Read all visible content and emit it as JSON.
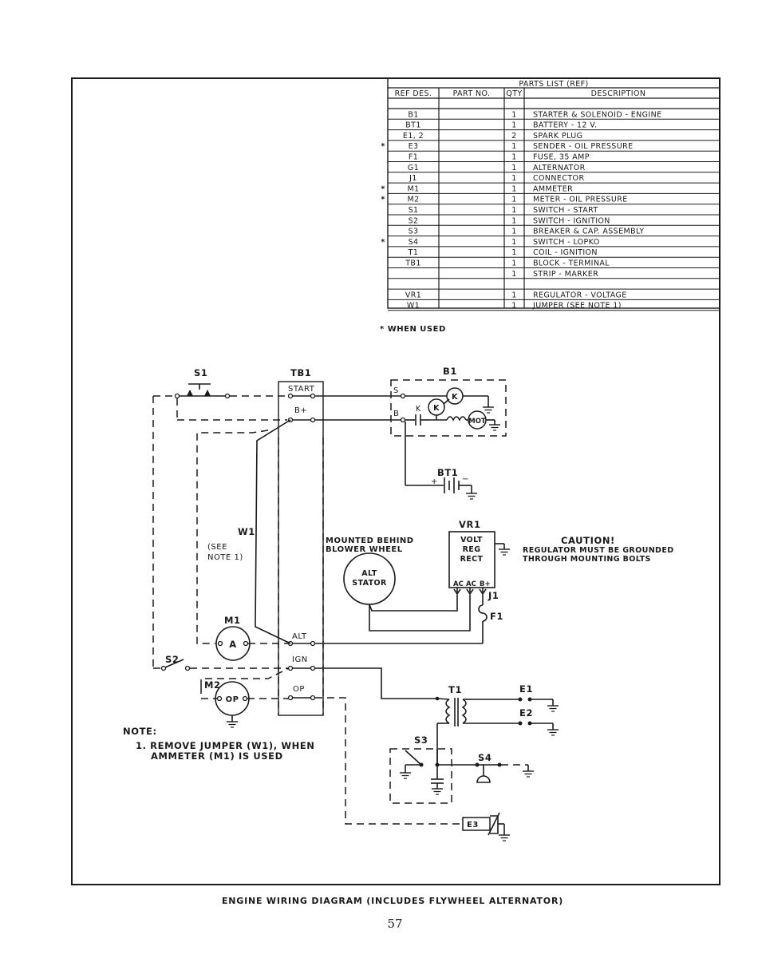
{
  "parts_list": {
    "title": "PARTS LIST (REF)",
    "headers": [
      "REF DES.",
      "PART NO.",
      "QTY",
      "DESCRIPTION"
    ],
    "rows": [
      {
        "mark": "",
        "ref": "B1",
        "part": "",
        "qty": "1",
        "desc": "STARTER & SOLENOID - ENGINE"
      },
      {
        "mark": "",
        "ref": "BT1",
        "part": "",
        "qty": "1",
        "desc": "BATTERY - 12 V."
      },
      {
        "mark": "",
        "ref": "E1, 2",
        "part": "",
        "qty": "2",
        "desc": "SPARK PLUG"
      },
      {
        "mark": "*",
        "ref": "E3",
        "part": "",
        "qty": "1",
        "desc": "SENDER - OIL PRESSURE"
      },
      {
        "mark": "",
        "ref": "F1",
        "part": "",
        "qty": "1",
        "desc": "FUSE, 35 AMP"
      },
      {
        "mark": "",
        "ref": "G1",
        "part": "",
        "qty": "1",
        "desc": "ALTERNATOR"
      },
      {
        "mark": "",
        "ref": "J1",
        "part": "",
        "qty": "1",
        "desc": "CONNECTOR"
      },
      {
        "mark": "*",
        "ref": "M1",
        "part": "",
        "qty": "1",
        "desc": "AMMETER"
      },
      {
        "mark": "*",
        "ref": "M2",
        "part": "",
        "qty": "1",
        "desc": "METER - OIL PRESSURE"
      },
      {
        "mark": "",
        "ref": "S1",
        "part": "",
        "qty": "1",
        "desc": "SWITCH - START"
      },
      {
        "mark": "",
        "ref": "S2",
        "part": "",
        "qty": "1",
        "desc": "SWITCH - IGNITION"
      },
      {
        "mark": "",
        "ref": "S3",
        "part": "",
        "qty": "1",
        "desc": "BREAKER & CAP. ASSEMBLY"
      },
      {
        "mark": "*",
        "ref": "S4",
        "part": "",
        "qty": "1",
        "desc": "SWITCH - LOPKO"
      },
      {
        "mark": "",
        "ref": "T1",
        "part": "",
        "qty": "1",
        "desc": "COIL - IGNITION"
      },
      {
        "mark": "",
        "ref": "TB1",
        "part": "",
        "qty": "1",
        "desc": "BLOCK - TERMINAL"
      },
      {
        "mark": "",
        "ref": "",
        "part": "",
        "qty": "1",
        "desc": "STRIP - MARKER"
      },
      {
        "mark": "",
        "ref": "",
        "part": "",
        "qty": "",
        "desc": ""
      },
      {
        "mark": "",
        "ref": "VR1",
        "part": "",
        "qty": "1",
        "desc": "REGULATOR - VOLTAGE"
      },
      {
        "mark": "",
        "ref": "W1",
        "part": "",
        "qty": "1",
        "desc": "JUMPER (SEE NOTE 1)"
      }
    ],
    "footnote": "* WHEN USED"
  },
  "labels": {
    "s1": "S1",
    "tb1": "TB1",
    "b1": "B1",
    "term_start": "START",
    "term_bplus": "B+",
    "term_alt": "ALT",
    "term_ign": "IGN",
    "term_op": "OP",
    "solenoid_s": "S",
    "solenoid_b": "B",
    "coil_k1": "K",
    "coil_k2": "K",
    "k_label": "K",
    "motor": "MOT",
    "bt1": "BT1",
    "bt_plus": "+",
    "bt_minus": "−",
    "w1": "W1",
    "see_note_1": "(SEE",
    "see_note_2": "NOTE 1)",
    "mounted_1": "MOUNTED BEHIND",
    "mounted_2": "BLOWER WHEEL",
    "stator_1": "ALT",
    "stator_2": "STATOR",
    "vr1": "VR1",
    "vr_1": "VOLT",
    "vr_2": "REG",
    "vr_3": "RECT",
    "vr_ac1": "AC",
    "vr_ac2": "AC",
    "vr_bplus": "B+",
    "j1": "J1",
    "f1": "F1",
    "caution_title": "CAUTION!",
    "caution_1": "REGULATOR MUST BE GROUNDED",
    "caution_2": "THROUGH MOUNTING BOLTS",
    "m1": "M1",
    "m1_sym": "A",
    "m2": "M2",
    "m2_sym": "OP",
    "s2": "S2",
    "t1": "T1",
    "e1": "E1",
    "e2": "E2",
    "s3": "S3",
    "s4": "S4",
    "e3": "E3"
  },
  "note": {
    "title": "NOTE:",
    "line1": "1. REMOVE JUMPER (W1), WHEN",
    "line2": "AMMETER (M1) IS USED"
  },
  "caption": "ENGINE WIRING DIAGRAM (INCLUDES FLYWHEEL ALTERNATOR)",
  "page_number": "57"
}
